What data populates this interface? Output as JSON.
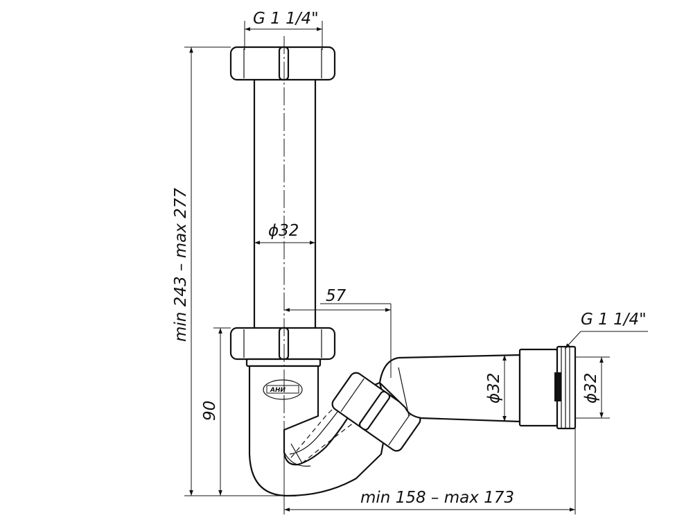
{
  "labels": {
    "top_thread": "G 1 1/4\"",
    "side_thread": "G 1 1/4\"",
    "vertical_pipe_diameter": "ϕ32",
    "offset": "57",
    "height_range": "min 243 – max 277",
    "trap_height": "90",
    "width_range": "min 158 – max 173",
    "outlet_pipe_diameter": "ϕ32",
    "outlet_thread_diameter": "ϕ32"
  },
  "logo": {
    "text": "АНИ"
  },
  "colors": {
    "line": "#111111",
    "background": "#ffffff"
  }
}
